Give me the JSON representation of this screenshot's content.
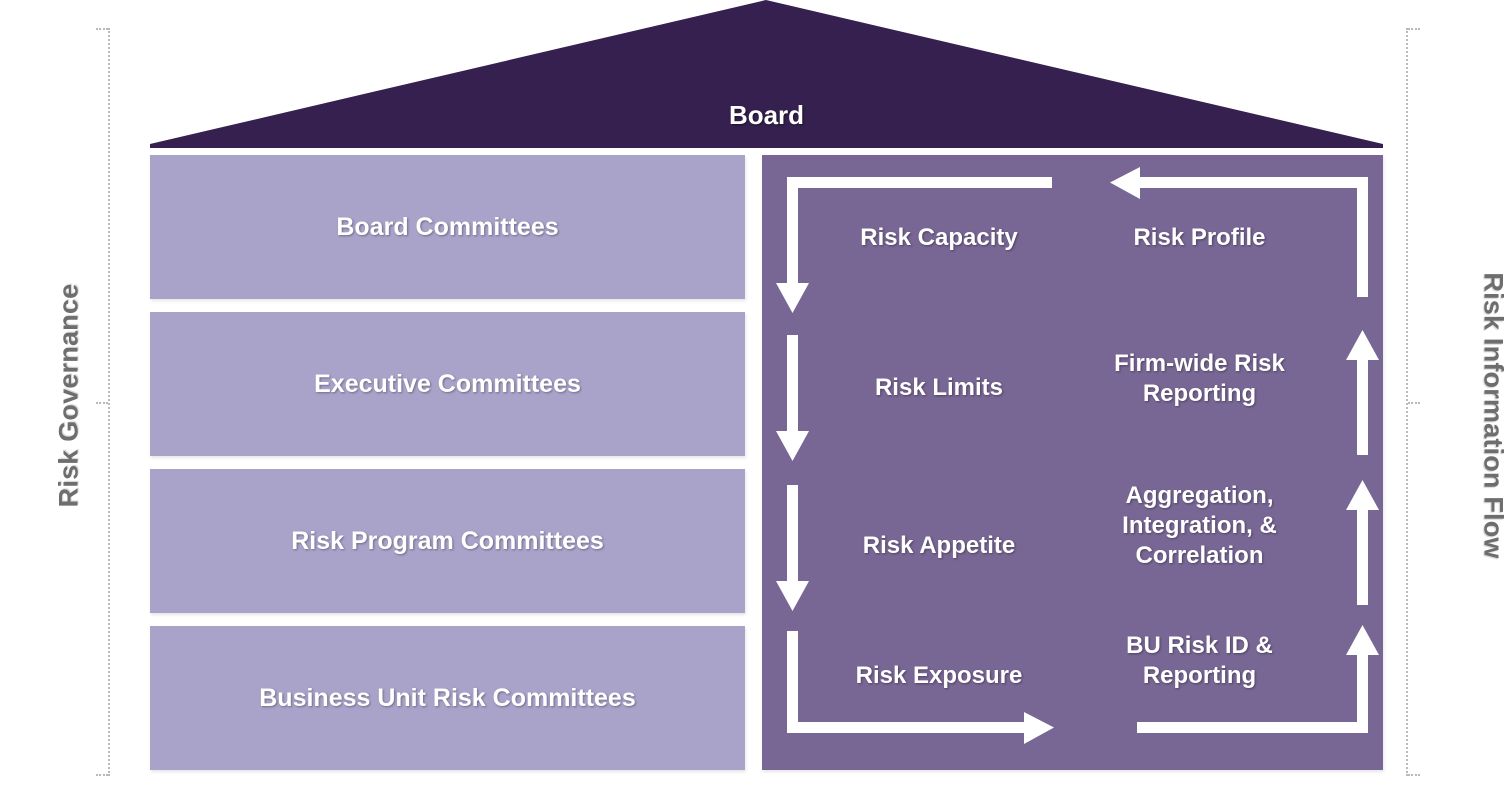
{
  "diagram": {
    "title_left_axis": "Risk Governance",
    "title_right_axis": "Risk Information Flow",
    "roof": {
      "label": "Board",
      "color": "#35204f"
    },
    "governance": {
      "box_color": "#a9a3ca",
      "items": [
        {
          "label": "Board Committees"
        },
        {
          "label": "Executive Committees"
        },
        {
          "label": "Risk Program Committees"
        },
        {
          "label": "Business Unit Risk Committees"
        }
      ]
    },
    "flow": {
      "panel_color": "#786694",
      "arrow_color": "#ffffff",
      "downstream": [
        {
          "label": "Risk Capacity",
          "direction": "down"
        },
        {
          "label": "Risk Limits",
          "direction": "down"
        },
        {
          "label": "Risk Appetite",
          "direction": "down"
        },
        {
          "label": "Risk Exposure",
          "direction": "right"
        }
      ],
      "upstream": [
        {
          "label": "Risk Profile",
          "direction": "left"
        },
        {
          "label": "Firm-wide Risk\nReporting",
          "direction": "up"
        },
        {
          "label": "Aggregation,\nIntegration, &\nCorrelation",
          "direction": "up"
        },
        {
          "label": "BU Risk ID &\nReporting",
          "direction": "up"
        }
      ]
    },
    "colors": {
      "roof_dark_purple": "#35204f",
      "box_light_purple": "#a9a3ca",
      "panel_medium_purple": "#786694",
      "arrow_white": "#ffffff",
      "axis_label_gray": "#6e6e6e",
      "bracket_gray": "#b9b9b9"
    }
  }
}
